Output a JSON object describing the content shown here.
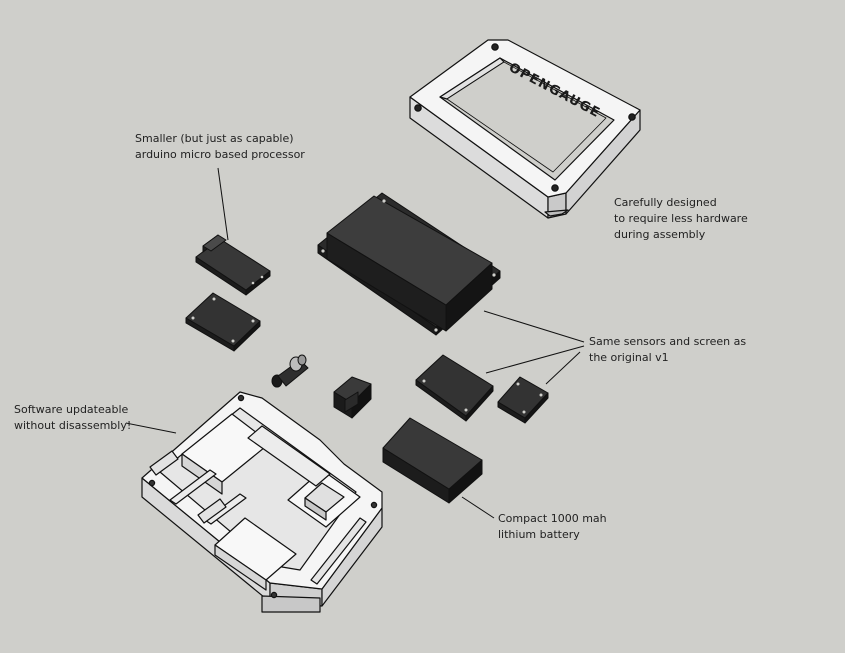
{
  "logo_text": "OPENGAUGE",
  "callouts": {
    "processor": {
      "line1": "Smaller (but just as capable)",
      "line2": "arduino micro based processor"
    },
    "bezel": {
      "line1": "Carefully designed",
      "line2": "to require less hardware",
      "line3": "during assembly"
    },
    "sensors": {
      "line1": "Same sensors and screen as",
      "line2": "the original v1"
    },
    "software": {
      "line1": "Software updateable",
      "line2": "without disassembly!"
    },
    "battery": {
      "line1": "Compact 1000 mah",
      "line2": "lithium battery"
    }
  },
  "colors": {
    "background": "#cfcfcb",
    "part_dark_top": "#3a3a3a",
    "part_dark_side": "#1c1c1c",
    "part_light_top": "#f4f4f4",
    "part_light_side": "#d9d9d9",
    "leader_line": "#111111"
  }
}
